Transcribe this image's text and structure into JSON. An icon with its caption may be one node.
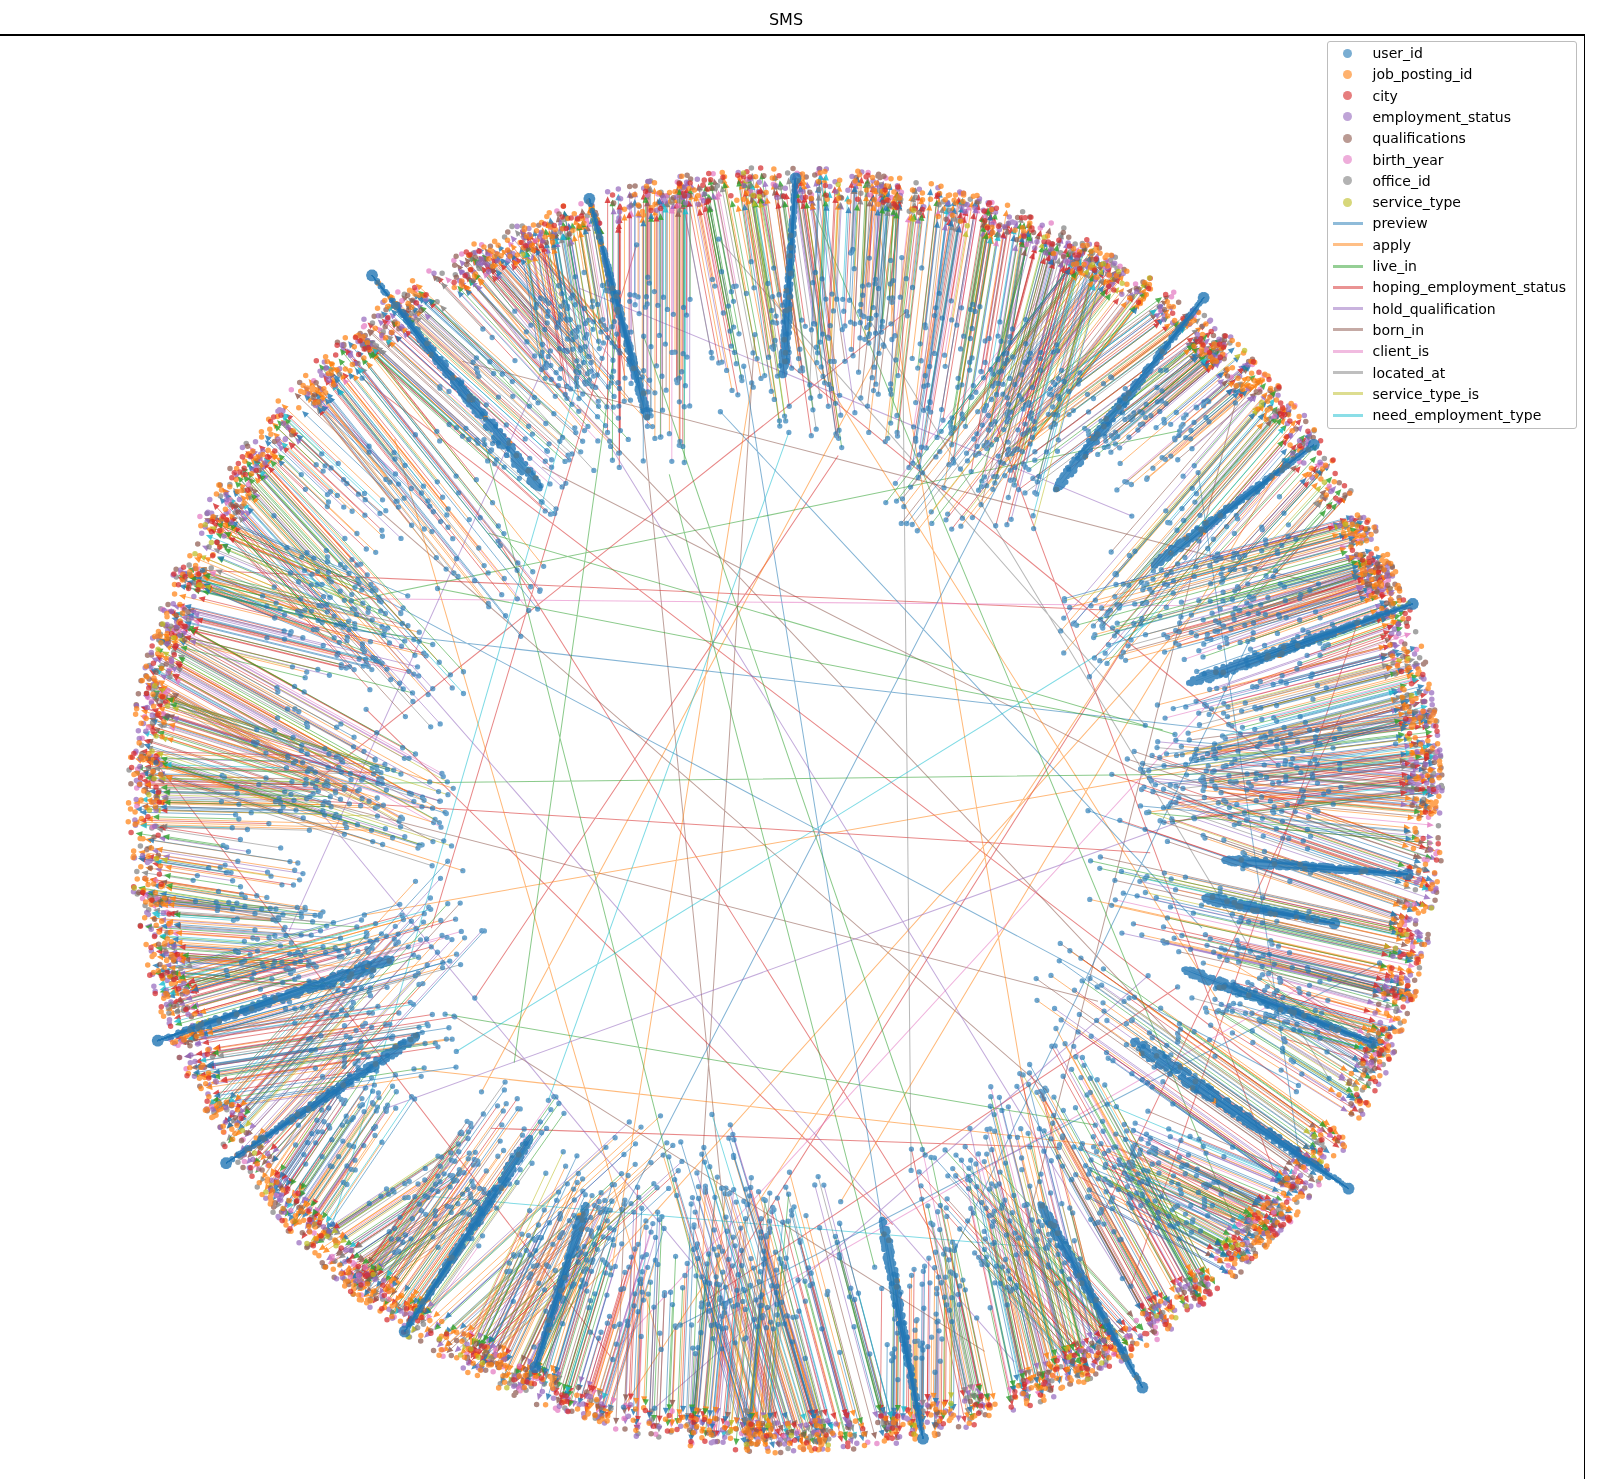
{
  "diagram": {
    "title": "SMS",
    "legend": [
      {
        "text": "user_id",
        "color": "#79add2"
      },
      {
        "text": "job_posting_id",
        "color": "#ffb26e"
      },
      {
        "text": "city",
        "color": "#e67d7e"
      },
      {
        "text": "employment_status",
        "color": "#bfa4d7"
      },
      {
        "text": "qualifications",
        "color": "#ba9a93"
      },
      {
        "text": "birth_year",
        "color": "#eeadda"
      },
      {
        "text": "office_id",
        "color": "#b2b2b2"
      },
      {
        "text": "service_type",
        "color": "#d7d77a"
      },
      {
        "text": "preview",
        "color": "#8fbbd9"
      },
      {
        "text": "apply",
        "color": "#ffbf86"
      },
      {
        "text": "live_in",
        "color": "#95cf95"
      },
      {
        "text": "hoping_employment_status",
        "color": "#ea9393"
      },
      {
        "text": "hold_qualification",
        "color": "#c9b3de"
      },
      {
        "text": "born_in",
        "color": "#c5aaa5"
      },
      {
        "text": "client_is",
        "color": "#f1bbe0"
      },
      {
        "text": "located_at",
        "color": "#bfbfbf"
      },
      {
        "text": "service_type_is",
        "color": "#dddd90"
      },
      {
        "text": "need_employment_type",
        "color": "#8bdee7"
      }
    ]
  }
}
